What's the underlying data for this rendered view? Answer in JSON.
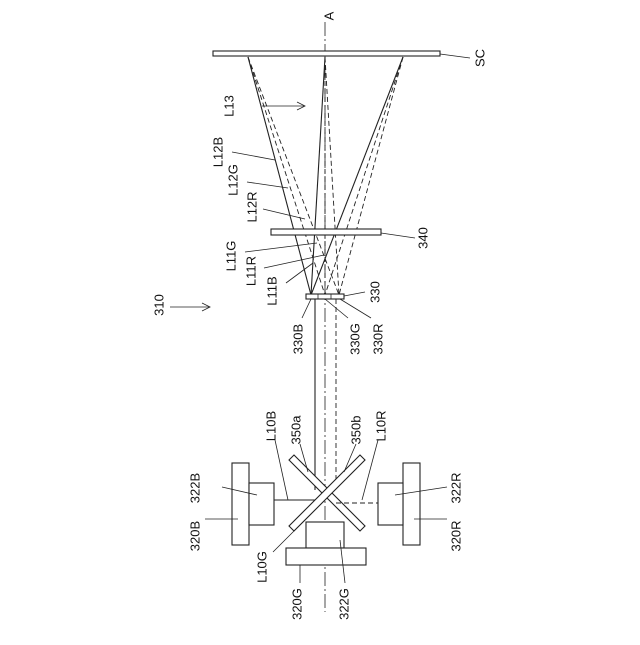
{
  "labels": {
    "A": "A",
    "SC": "SC",
    "L13": "L13",
    "L12B": "L12B",
    "L12G": "L12G",
    "L12R": "L12R",
    "L11G": "L11G",
    "L11R": "L11R",
    "L11B": "L11B",
    "n340": "340",
    "n330": "330",
    "n310": "310",
    "n330B": "330B",
    "n330G": "330G",
    "n330R": "330R",
    "L10B": "L10B",
    "n350a": "350a",
    "n350b": "350b",
    "L10R": "L10R",
    "n322B": "322B",
    "n320B": "320B",
    "n322R": "322R",
    "n320R": "320R",
    "L10G": "L10G",
    "n320G": "320G",
    "n322G": "322G"
  }
}
